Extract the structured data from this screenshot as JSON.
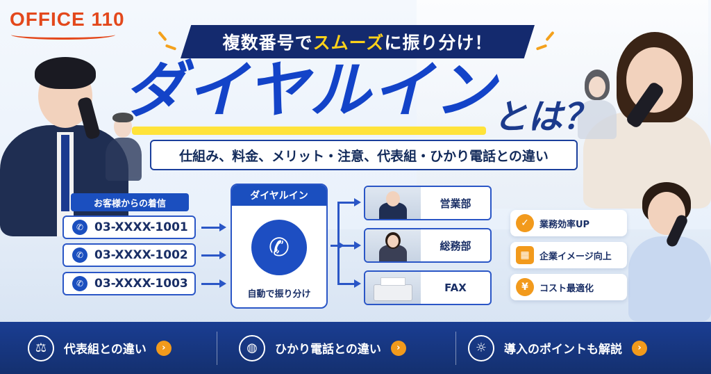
{
  "logo": {
    "text": "OFFICE 110"
  },
  "headline": {
    "ribbon_before": "複数番号で",
    "ribbon_highlight": "スムーズ",
    "ribbon_after": "に振り分け！",
    "title": "ダイヤルイン",
    "title_suffix": "とは？",
    "subtitle": "仕組み、料金、メリット・注意、代表組・ひかり電話との違い"
  },
  "incoming": {
    "label": "お客様からの着信",
    "numbers": [
      "03-XXXX-1001",
      "03-XXXX-1002",
      "03-XXXX-1003"
    ]
  },
  "dialin_box": {
    "title": "ダイヤルイン",
    "caption": "自動で振り分け",
    "icon": "phone-ringing-icon"
  },
  "destinations": [
    "営業部",
    "総務部",
    "FAX"
  ],
  "benefits": [
    {
      "label": "業務効率UP",
      "icon": "check-icon"
    },
    {
      "label": "企業イメージ向上",
      "icon": "building-icon"
    },
    {
      "label": "コスト最適化",
      "icon": "yen-icon"
    }
  ],
  "footer": {
    "items": [
      {
        "label": "代表組との違い",
        "icon": "scales-icon"
      },
      {
        "label": "ひかり電話との違い",
        "icon": "globe-icon"
      },
      {
        "label": "導入のポイントも解説",
        "icon": "lightbulb-icon"
      }
    ]
  },
  "colors": {
    "brand": "#e3481c",
    "primary": "#1b4fbf",
    "navy": "#142a6e",
    "accent": "#f29a1c",
    "highlight": "#ffd21a"
  }
}
